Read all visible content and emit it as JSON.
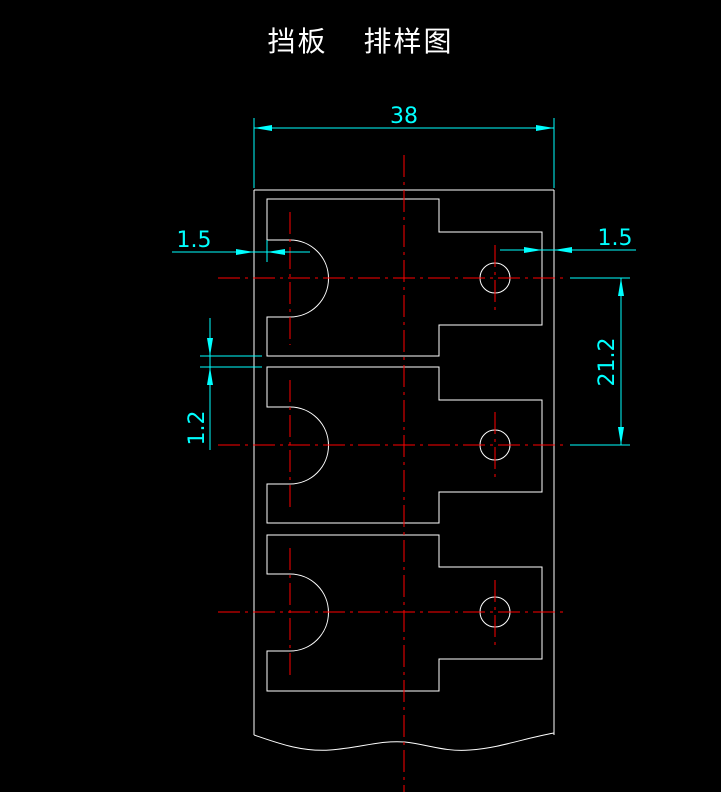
{
  "title": {
    "part1": "挡板",
    "part2": "排样图"
  },
  "dimensions": {
    "width": "38",
    "left_margin": "1.5",
    "right_margin": "1.5",
    "pitch": "21.2",
    "gap": "1.2"
  },
  "colors": {
    "background": "#000000",
    "outline": "#ffffff",
    "centerline": "#ff0000",
    "dimension": "#00ffff"
  }
}
